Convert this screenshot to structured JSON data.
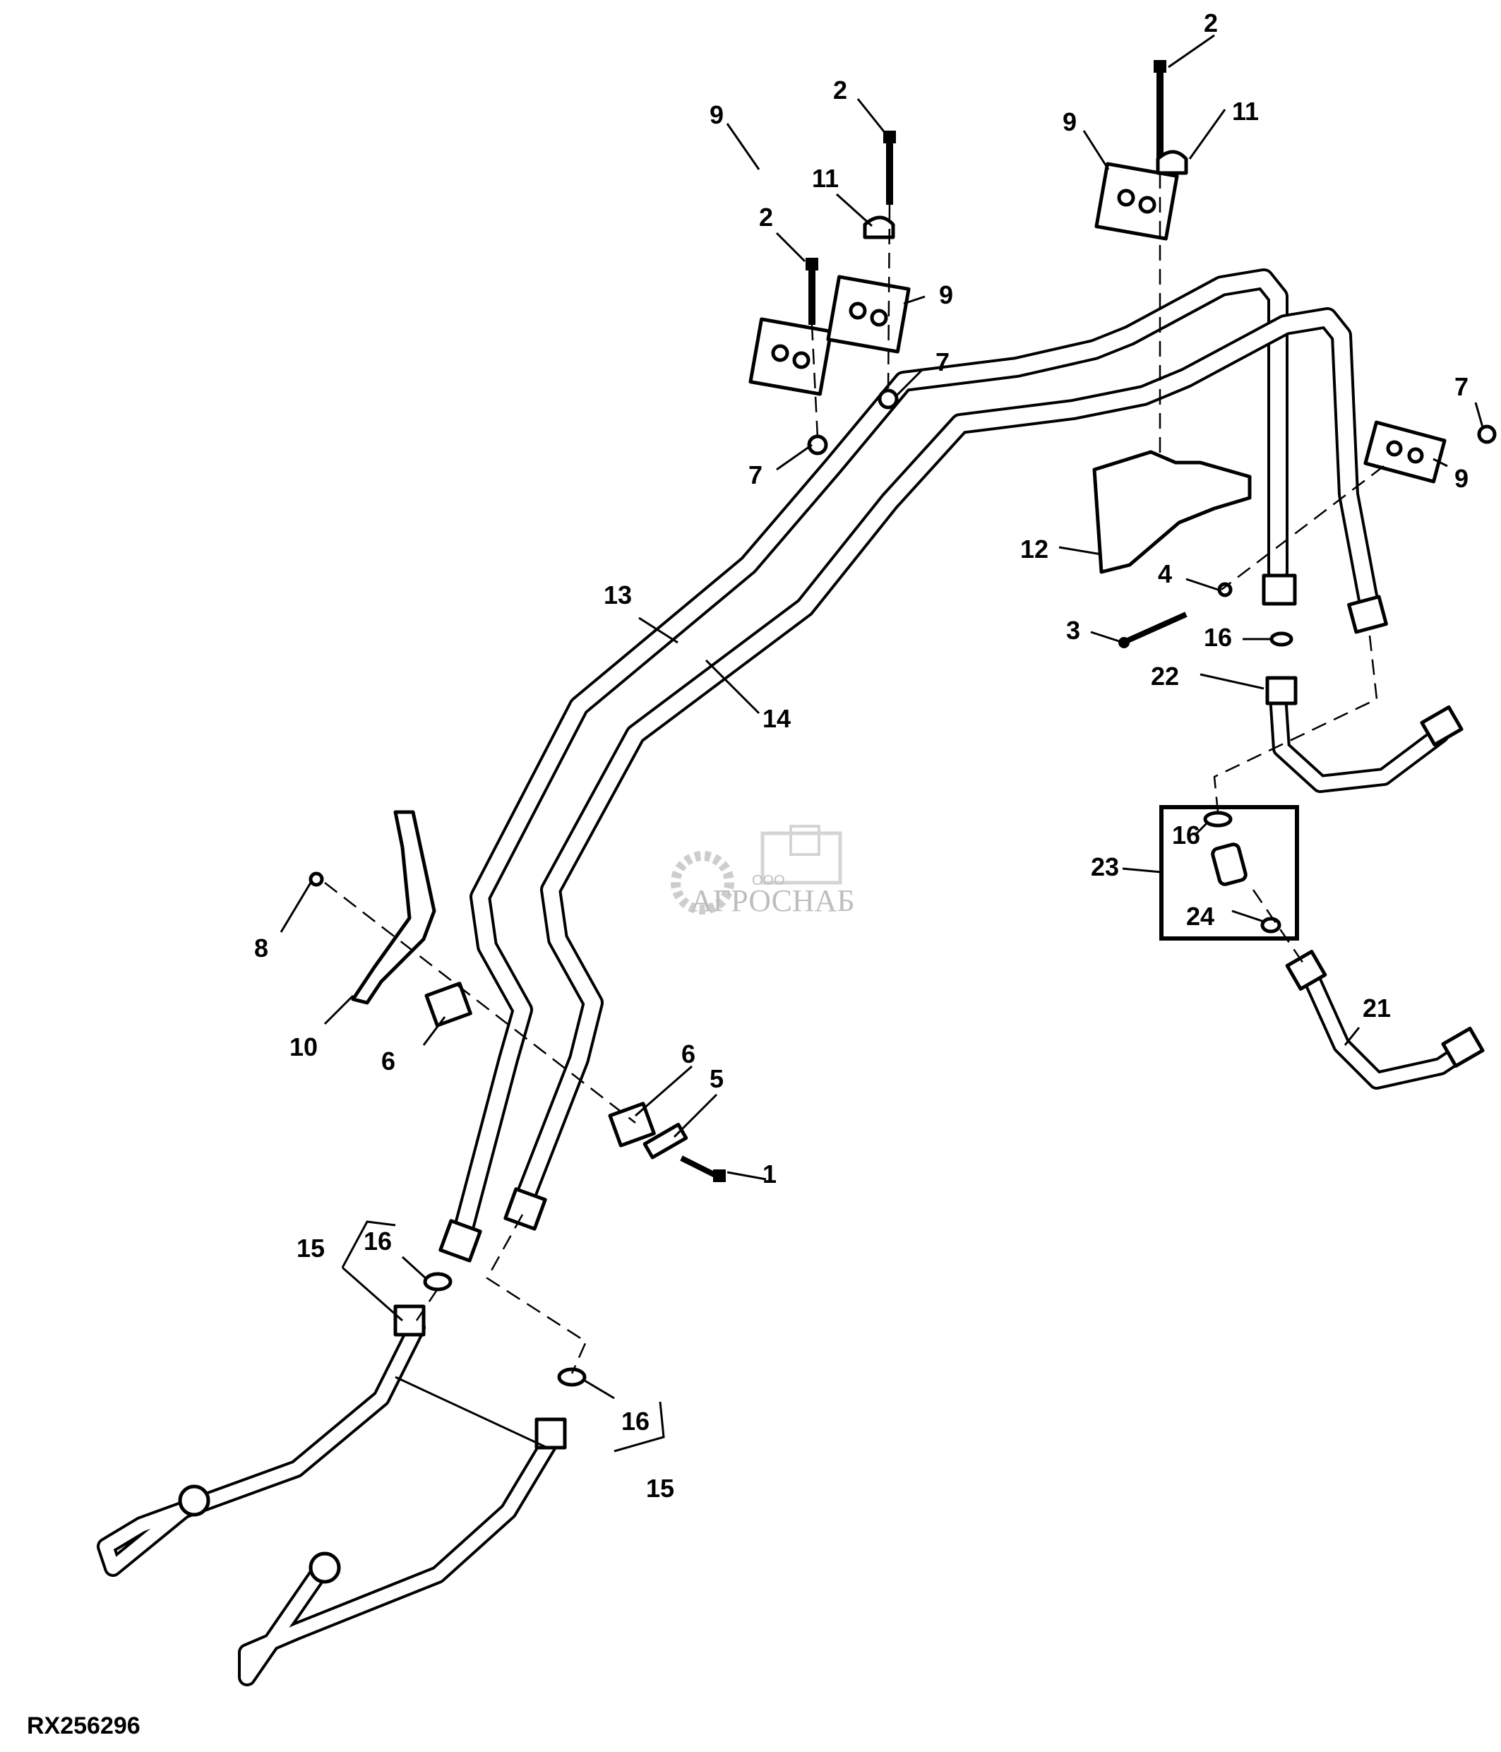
{
  "figure": {
    "id": "RX256296",
    "watermark": {
      "prefix": "ООО",
      "name": "АГРОСНАБ"
    }
  },
  "callouts": [
    {
      "ref": "1"
    },
    {
      "ref": "2"
    },
    {
      "ref": "2"
    },
    {
      "ref": "2"
    },
    {
      "ref": "3"
    },
    {
      "ref": "4"
    },
    {
      "ref": "5"
    },
    {
      "ref": "6"
    },
    {
      "ref": "6"
    },
    {
      "ref": "7"
    },
    {
      "ref": "7"
    },
    {
      "ref": "7"
    },
    {
      "ref": "8"
    },
    {
      "ref": "9"
    },
    {
      "ref": "9"
    },
    {
      "ref": "9"
    },
    {
      "ref": "9"
    },
    {
      "ref": "10"
    },
    {
      "ref": "11"
    },
    {
      "ref": "11"
    },
    {
      "ref": "12"
    },
    {
      "ref": "13"
    },
    {
      "ref": "14"
    },
    {
      "ref": "15"
    },
    {
      "ref": "15"
    },
    {
      "ref": "16"
    },
    {
      "ref": "16"
    },
    {
      "ref": "16"
    },
    {
      "ref": "16"
    },
    {
      "ref": "21"
    },
    {
      "ref": "22"
    },
    {
      "ref": "23"
    },
    {
      "ref": "24"
    }
  ]
}
